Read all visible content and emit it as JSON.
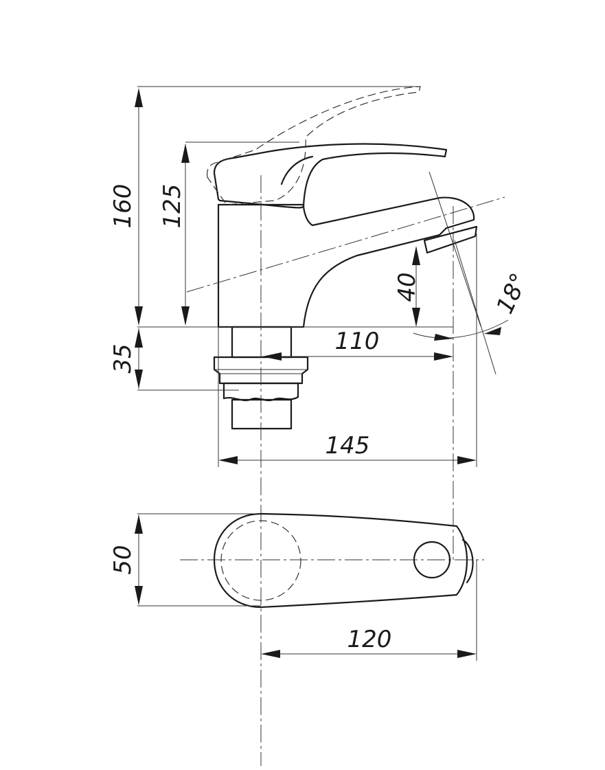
{
  "dimensions": {
    "total_height": "160",
    "body_height": "125",
    "thread_length": "35",
    "spout_height": "40",
    "spout_reach": "110",
    "total_length": "145",
    "body_width": "50",
    "plan_length": "120",
    "spout_angle": "18°"
  }
}
